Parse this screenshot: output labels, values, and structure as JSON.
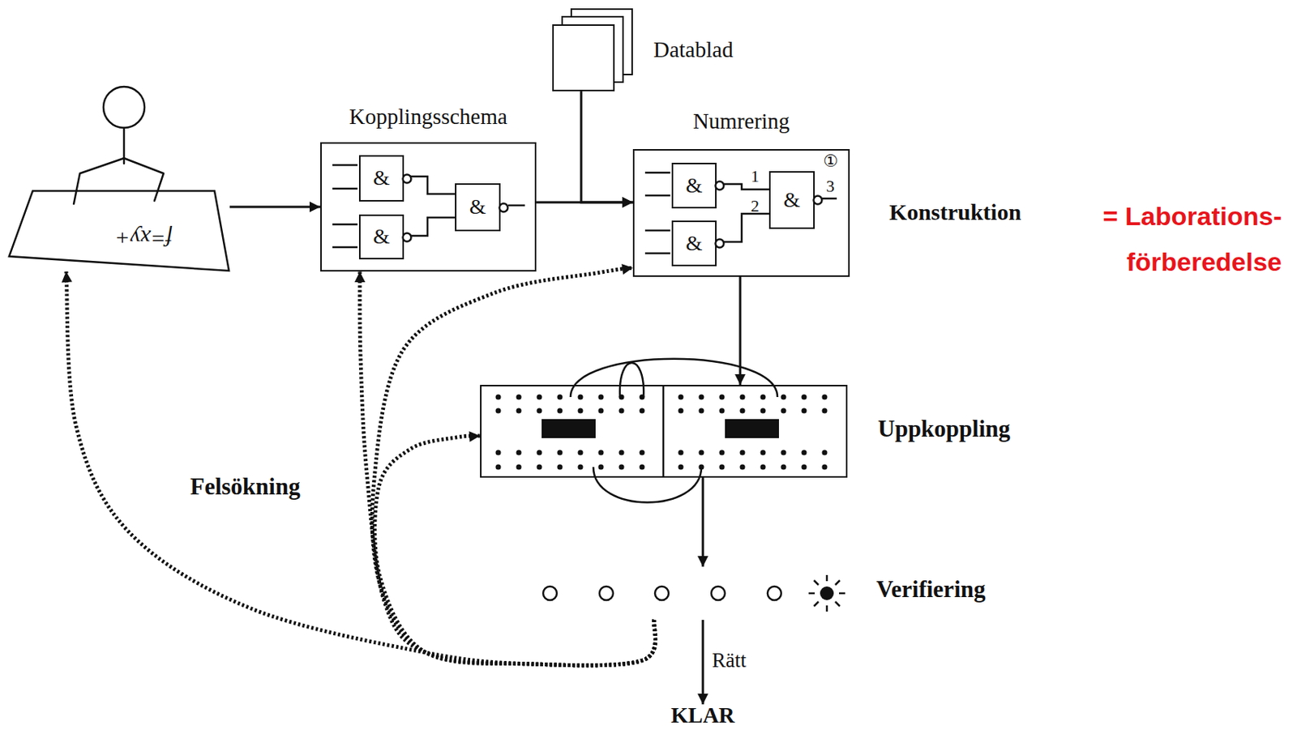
{
  "diagram": {
    "nodes": [
      {
        "text": [
          "f=xy+"
        ]
      },
      {
        "text": [
          "Kopplingsschema"
        ]
      },
      {
        "text": [
          "&"
        ],
        "in": 1
      },
      {
        "text": [
          "&"
        ],
        "in": 1
      },
      {
        "text": [
          "&"
        ],
        "in": 1
      },
      {
        "text": [
          "Datablad"
        ]
      },
      {
        "text": [
          "Numrering"
        ]
      },
      {
        "text": [
          "&"
        ],
        "in": 6
      },
      {
        "text": [
          "&"
        ],
        "in": 6
      },
      {
        "text": [
          "&"
        ],
        "in": 6
      },
      {
        "text": [
          "Uppkoppling"
        ]
      },
      {
        "text": [
          "Verifiering"
        ]
      },
      {
        "text": [
          "KLAR"
        ]
      }
    ],
    "edges": [
      {
        "from": 0,
        "to": 1,
        "arrow": "to"
      },
      {
        "from": 1,
        "to": 6,
        "arrow": "to"
      },
      {
        "from": 5,
        "to": 6,
        "arrow": "to"
      },
      {
        "from": 6,
        "to": 10,
        "arrow": "to"
      },
      {
        "from": 10,
        "to": 11,
        "arrow": "to"
      },
      {
        "from": 11,
        "to": 12,
        "label": "Rätt",
        "arrow": "to"
      },
      {
        "from": 11,
        "to": 0,
        "arrow": "to"
      },
      {
        "from": 11,
        "to": 1,
        "arrow": "to"
      },
      {
        "from": 11,
        "to": 6,
        "arrow": "to"
      },
      {
        "from": 11,
        "to": 10,
        "arrow": "to"
      },
      {
        "from": 2,
        "to": 4,
        "arrow": "none"
      },
      {
        "from": 3,
        "to": 4,
        "arrow": "none"
      },
      {
        "from": 7,
        "to": 9,
        "arrow": "none"
      },
      {
        "from": 8,
        "to": 9,
        "arrow": "none"
      }
    ],
    "labels": [
      "Konstruktion",
      "= Laborations- förberedelse",
      "1",
      "2",
      "3",
      "①",
      "Felsökning"
    ]
  }
}
